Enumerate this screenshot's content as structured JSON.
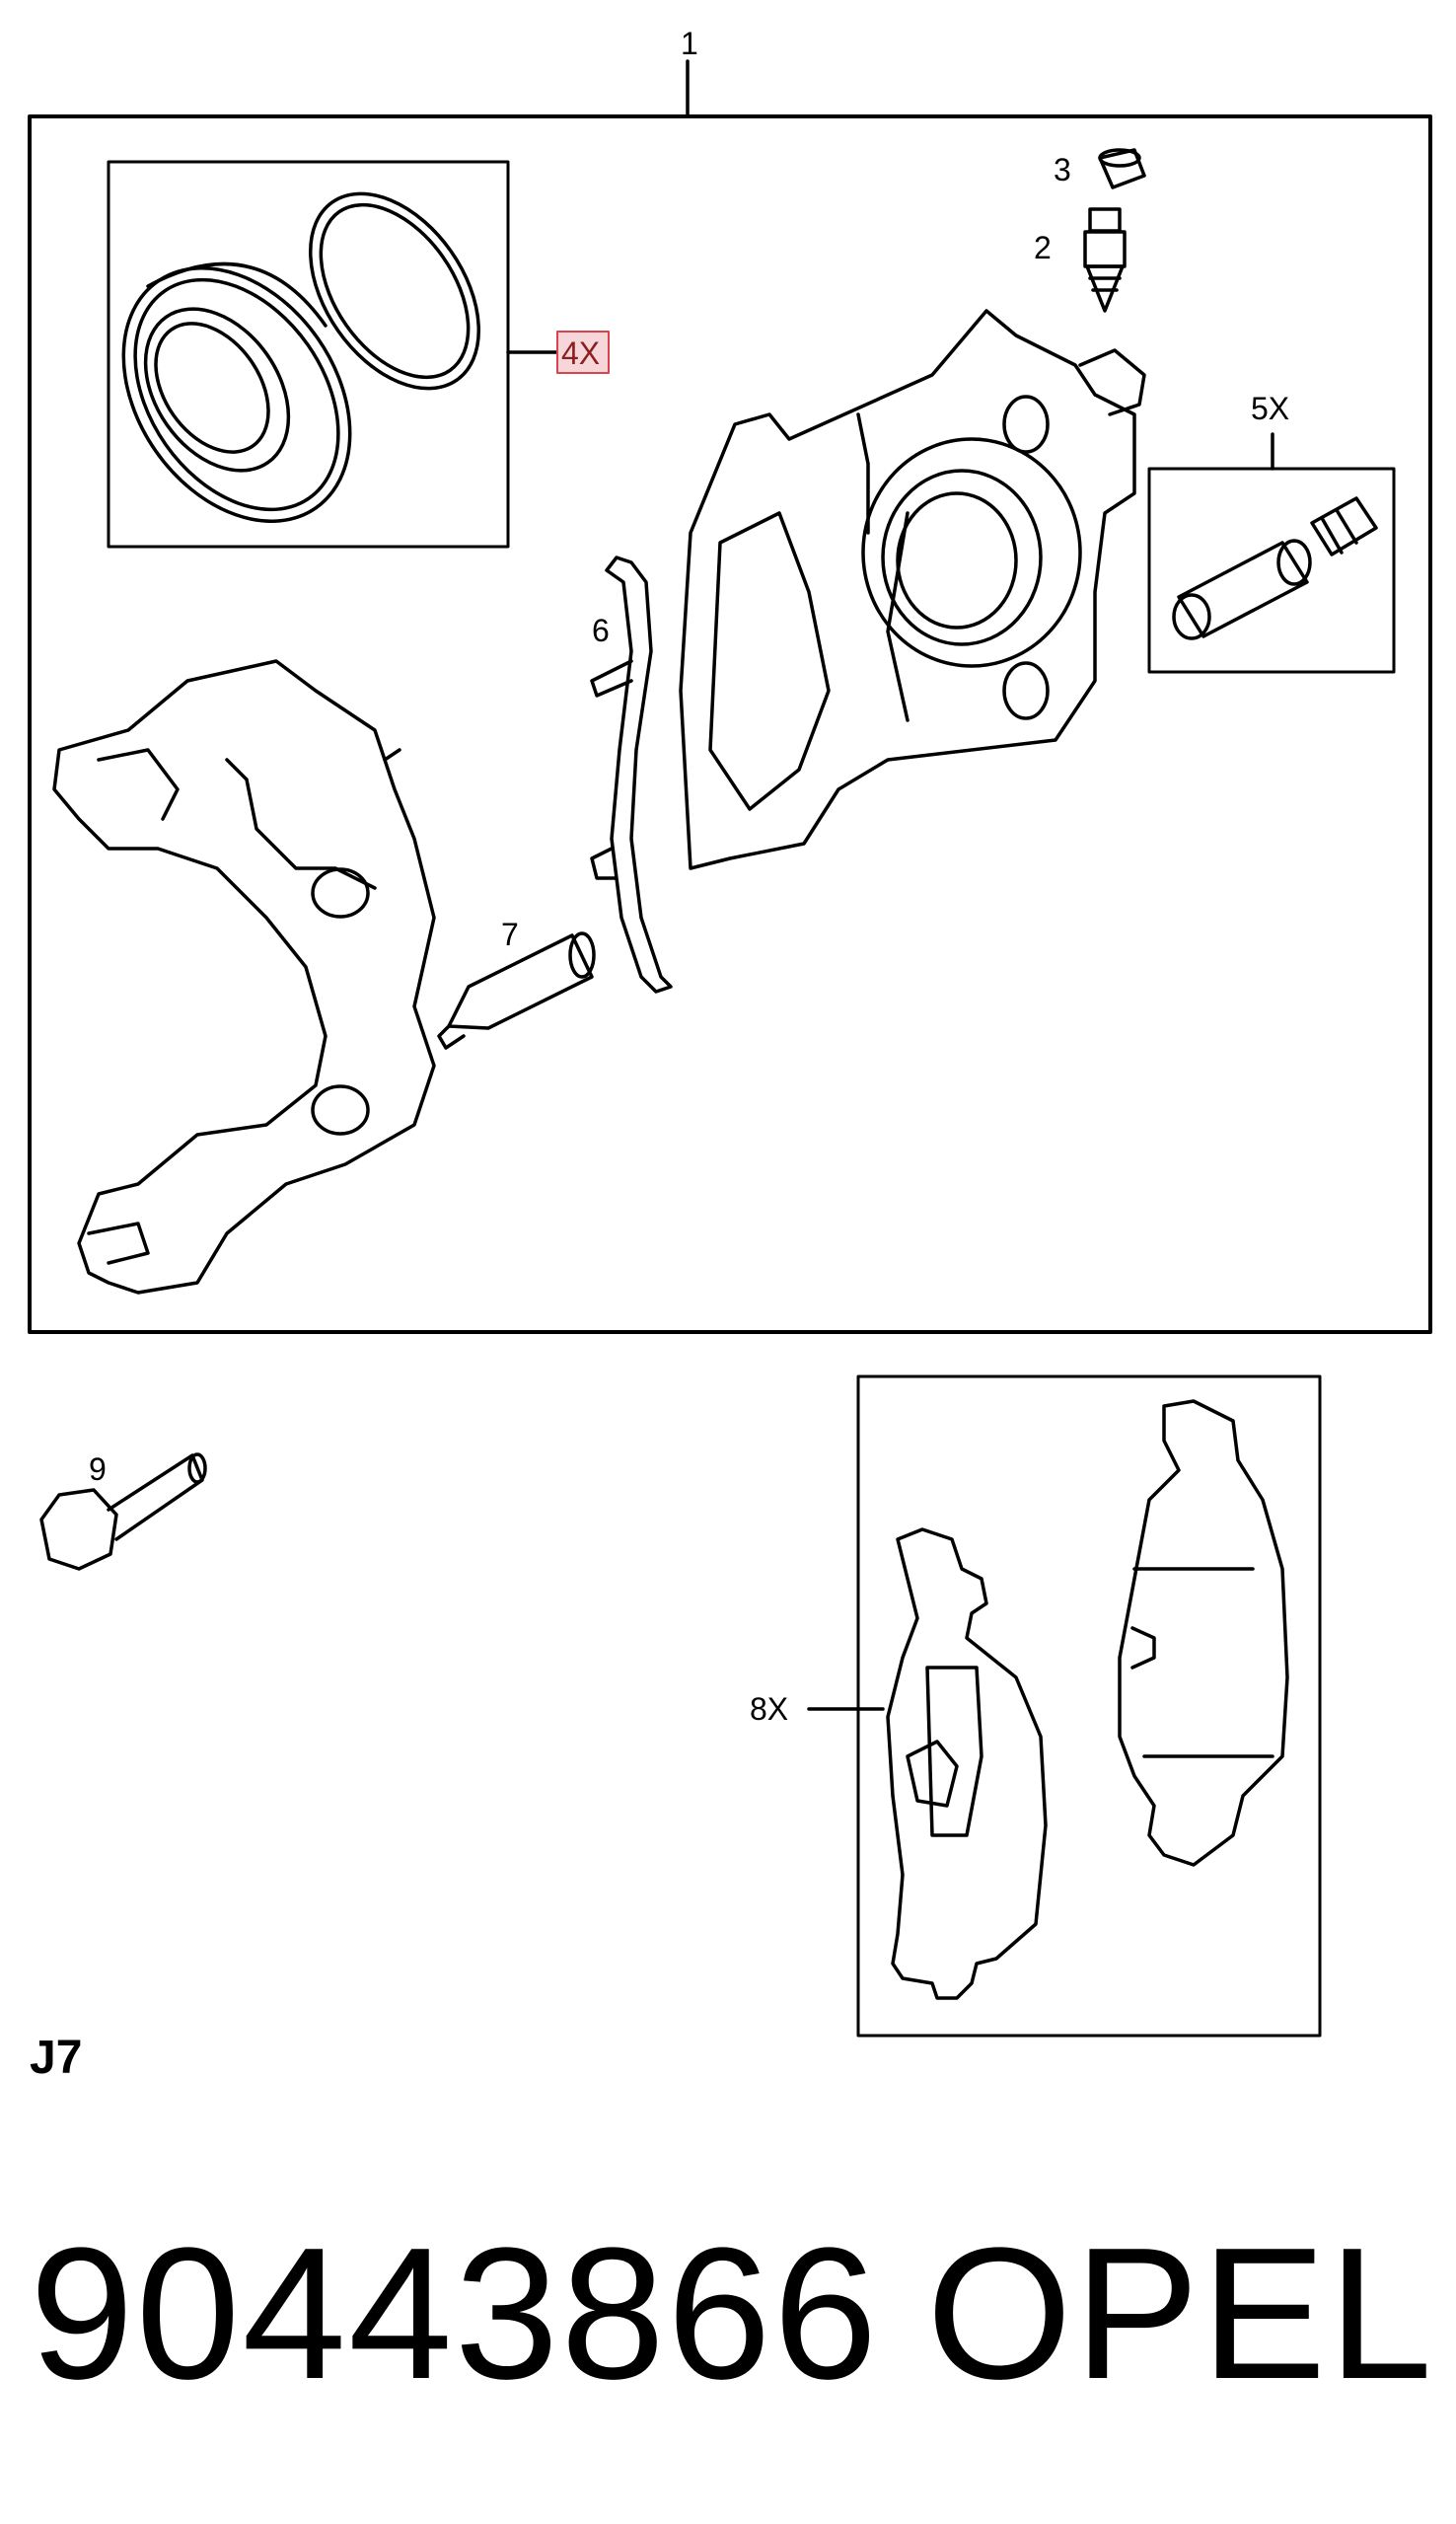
{
  "callouts": {
    "caliper_assembly": "1",
    "bleed_screw": "2",
    "bleed_cap": "3",
    "piston_seal_kit": "4X",
    "guide_bushing_kit": "5X",
    "retaining_spring": "6",
    "guide_pin": "7",
    "brake_pads": "8X",
    "mounting_bolt": "9"
  },
  "footer": {
    "section_code": "J7",
    "part_number": "90443866",
    "brand": "OPEL"
  },
  "colors": {
    "line": "#000000",
    "highlight_box_fill": "#f6d6d8",
    "highlight_box_stroke": "#d9434e"
  }
}
